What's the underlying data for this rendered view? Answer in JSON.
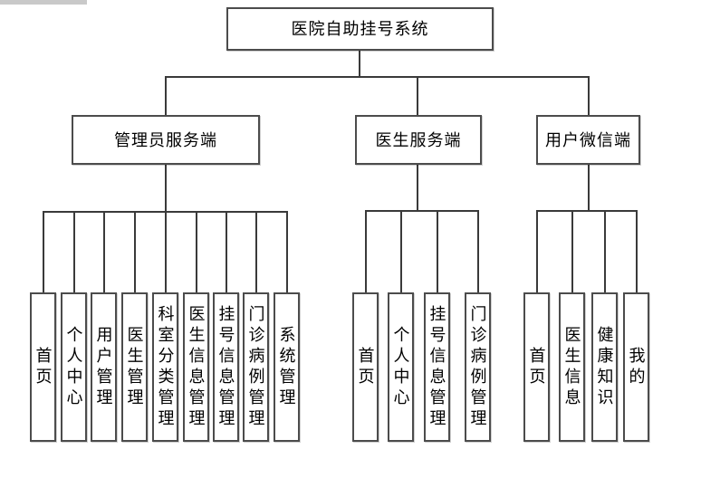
{
  "diagram": {
    "type": "tree",
    "root": {
      "label": "医院自助挂号系统"
    },
    "branches": [
      {
        "label": "管理员服务端",
        "children": [
          "首页",
          "个人中心",
          "用户管理",
          "医生管理",
          "科室分类管理",
          "医生信息管理",
          "挂号信息管理",
          "门诊病例管理",
          "系统管理"
        ]
      },
      {
        "label": "医生服务端",
        "children": [
          "首页",
          "个人中心",
          "挂号信息管理",
          "门诊病例管理"
        ]
      },
      {
        "label": "用户微信端",
        "children": [
          "首页",
          "医生信息",
          "健康知识",
          "我的"
        ]
      }
    ],
    "colors": {
      "line": "#3a3a3a",
      "box_border": "#4c4c4c",
      "text": "#000000",
      "background": "#ffffff",
      "fragment_bar": "#c9c9c9"
    }
  }
}
